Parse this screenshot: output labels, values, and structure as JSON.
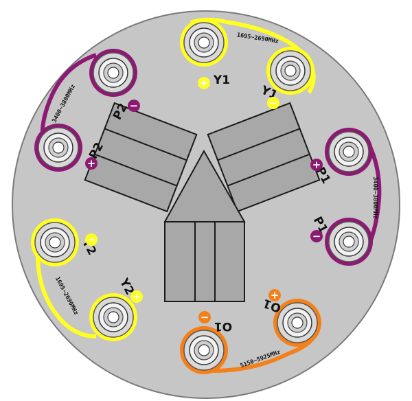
{
  "colors": {
    "board": "#c6c6c6",
    "edge": "#7a7a7a",
    "yellow": "#ffff22",
    "purple": "#8c1a72",
    "orange": "#f4801a",
    "pad": "#d9d9d9",
    "panel": "#a8a8a8"
  },
  "groups": [
    {
      "id": "y-top",
      "color_key": "yellow",
      "band": "1695~2690MHz",
      "labels": [
        {
          "text": "Y1",
          "sign": "+"
        },
        {
          "text": "Y1",
          "sign": "−"
        }
      ]
    },
    {
      "id": "p-left",
      "color_key": "purple",
      "band": "3400~3800MHz",
      "labels": [
        {
          "text": "P2",
          "sign": "−"
        },
        {
          "text": "P2",
          "sign": "+"
        }
      ]
    },
    {
      "id": "p-right",
      "color_key": "purple",
      "band": "3400~3800MHz",
      "labels": [
        {
          "text": "P1",
          "sign": "+"
        },
        {
          "text": "P1",
          "sign": "−"
        }
      ]
    },
    {
      "id": "y-left",
      "color_key": "yellow",
      "band": "1695~2690MHz",
      "labels": [
        {
          "text": "Y2",
          "sign": "−"
        },
        {
          "text": "Y2",
          "sign": "+"
        }
      ]
    },
    {
      "id": "o-bottom",
      "color_key": "orange",
      "band": "5150~5925MHz",
      "labels": [
        {
          "text": "O1",
          "sign": "−"
        },
        {
          "text": "O1",
          "sign": "+"
        }
      ]
    }
  ],
  "icons": {
    "connector": "coax-connector-icon",
    "plus": "plus-sign-icon",
    "minus": "minus-sign-icon"
  }
}
